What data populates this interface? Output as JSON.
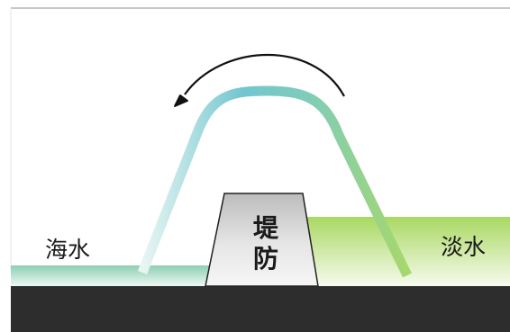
{
  "labels": {
    "seawater": "海水",
    "dam_top": "堤",
    "dam_bottom": "防",
    "freshwater": "淡水"
  },
  "colors": {
    "frame_border": "#b3b3b3",
    "ground": "#2d2d2d",
    "seawater": "#8ccfb3",
    "freshwater": "#a9d862",
    "dam_fill": "#d3d3d3",
    "dam_stroke": "#222222",
    "arc_seawater_end": "#e9f6f3",
    "arc_peak": "#72c6cf",
    "arc_freshwater_end": "#a6d86c",
    "arrow": "#111111"
  },
  "icons": {
    "arrow": "curved-arrow-left-icon"
  }
}
